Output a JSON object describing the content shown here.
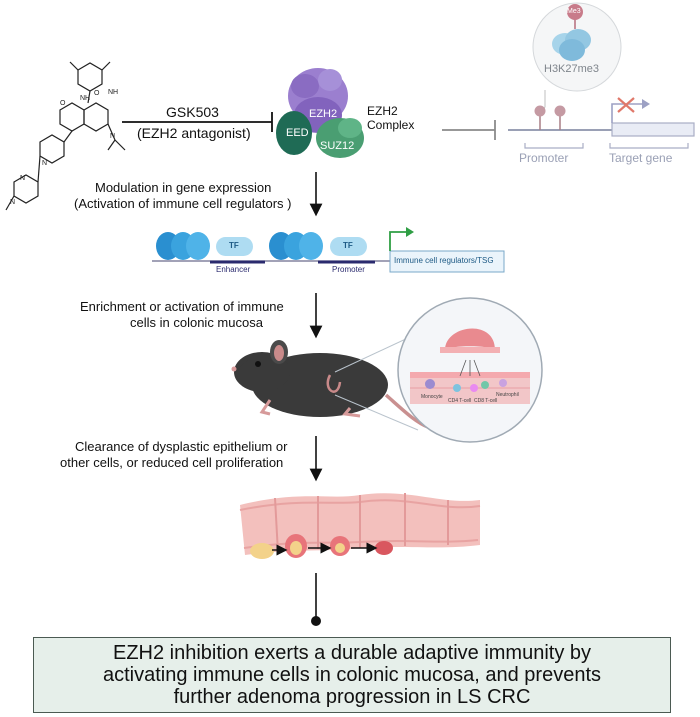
{
  "drug": {
    "name": "GSK503",
    "role": "(EZH2 antagonist)"
  },
  "complex": {
    "ezh2": "EZH2",
    "eed": "EED",
    "suz12": "SUZ12",
    "label_line1": "EZH2",
    "label_line2": "Complex"
  },
  "chromatin_inset": {
    "mark": "Me3",
    "histone_label": "H3K27me3",
    "promoter": "Promoter",
    "target_gene": "Target gene"
  },
  "step1": {
    "line1": "Modulation in gene expression",
    "line2": "(Activation of immune cell regulators )"
  },
  "gene_panel": {
    "tf1": "TF",
    "tf2": "TF",
    "enhancer": "Enhancer",
    "promoter": "Promoter",
    "target": "Immune cell regulators/TSG"
  },
  "step2": {
    "line1": "Enrichment or activation of immune",
    "line2": "cells in colonic mucosa"
  },
  "mucosa_inset": {
    "monocyte": "Monocyte",
    "cd4": "CD4 T-cell",
    "cd8": "CD8 T-cell",
    "neutrophil": "Neutrophil"
  },
  "step3": {
    "line1": "Clearance of dysplastic epithelium or",
    "line2": "other cells, or reduced cell proliferation"
  },
  "conclusion": "EZH2 inhibition exerts a durable adaptive immunity by activating immune cells in colonic mucosa, and prevents further adenoma progression in LS CRC"
}
